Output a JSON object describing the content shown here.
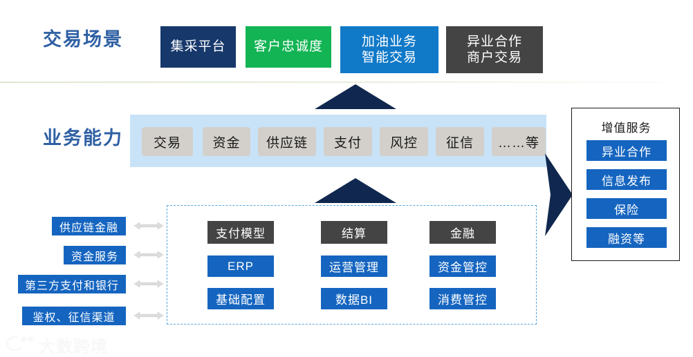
{
  "rows": {
    "scenario_label": "交易场景",
    "capability_label": "业务能力"
  },
  "scenarios": [
    {
      "label": "集采平台",
      "color": "#17386B",
      "style": "scn-navy"
    },
    {
      "label": "客户忠诚度",
      "color": "#12B453",
      "style": "scn-green"
    },
    {
      "label": "加油业务\n智能交易",
      "line1": "加油业务",
      "line2": "智能交易",
      "color": "#1079C8",
      "style": "scn-blue"
    },
    {
      "label": "异业合作\n商户交易",
      "line1": "异业合作",
      "line2": "商户交易",
      "color": "#444444",
      "style": "scn-gray"
    }
  ],
  "capabilities": [
    {
      "label": "交易"
    },
    {
      "label": "资金"
    },
    {
      "label": "供应链"
    },
    {
      "label": "支付"
    },
    {
      "label": "风控"
    },
    {
      "label": "征信"
    },
    {
      "label": "……等"
    }
  ],
  "channels": [
    {
      "label": "供应链金融"
    },
    {
      "label": "资金服务"
    },
    {
      "label": "第三方支付和银行"
    },
    {
      "label": "鉴权、征信渠道"
    }
  ],
  "platform": {
    "columns": [
      {
        "head": "支付模型",
        "items": [
          {
            "label": "ERP"
          },
          {
            "label": "基础配置"
          }
        ]
      },
      {
        "head": "结算",
        "items": [
          {
            "label": "运营管理"
          },
          {
            "label": "数据BI"
          }
        ]
      },
      {
        "head": "金融",
        "items": [
          {
            "label": "资金管控"
          },
          {
            "label": "消费管控"
          }
        ]
      }
    ]
  },
  "value_added": {
    "title": "增值服务",
    "items": [
      {
        "label": "异业合作"
      },
      {
        "label": "信息发布"
      },
      {
        "label": "保险"
      },
      {
        "label": "融资等"
      }
    ]
  },
  "icons": {
    "arrow_up": "arrow-up-icon",
    "arrow_right": "arrow-right-icon",
    "double_arrow": "double-headed-arrow-icon",
    "watermark_logo": "watermark-logo-icon"
  },
  "watermark": {
    "text": "大数跨境"
  },
  "colors": {
    "label_blue": "#2E5FA3",
    "navy": "#17386B",
    "green": "#12B453",
    "bright_blue": "#1079C8",
    "gray": "#444444",
    "band_blue": "#C8E2F8",
    "chip_gray": "#D3D0CB",
    "item_blue": "#1565C0",
    "arrow_navy": "#10284F",
    "dashed_border": "#56A5DE"
  }
}
